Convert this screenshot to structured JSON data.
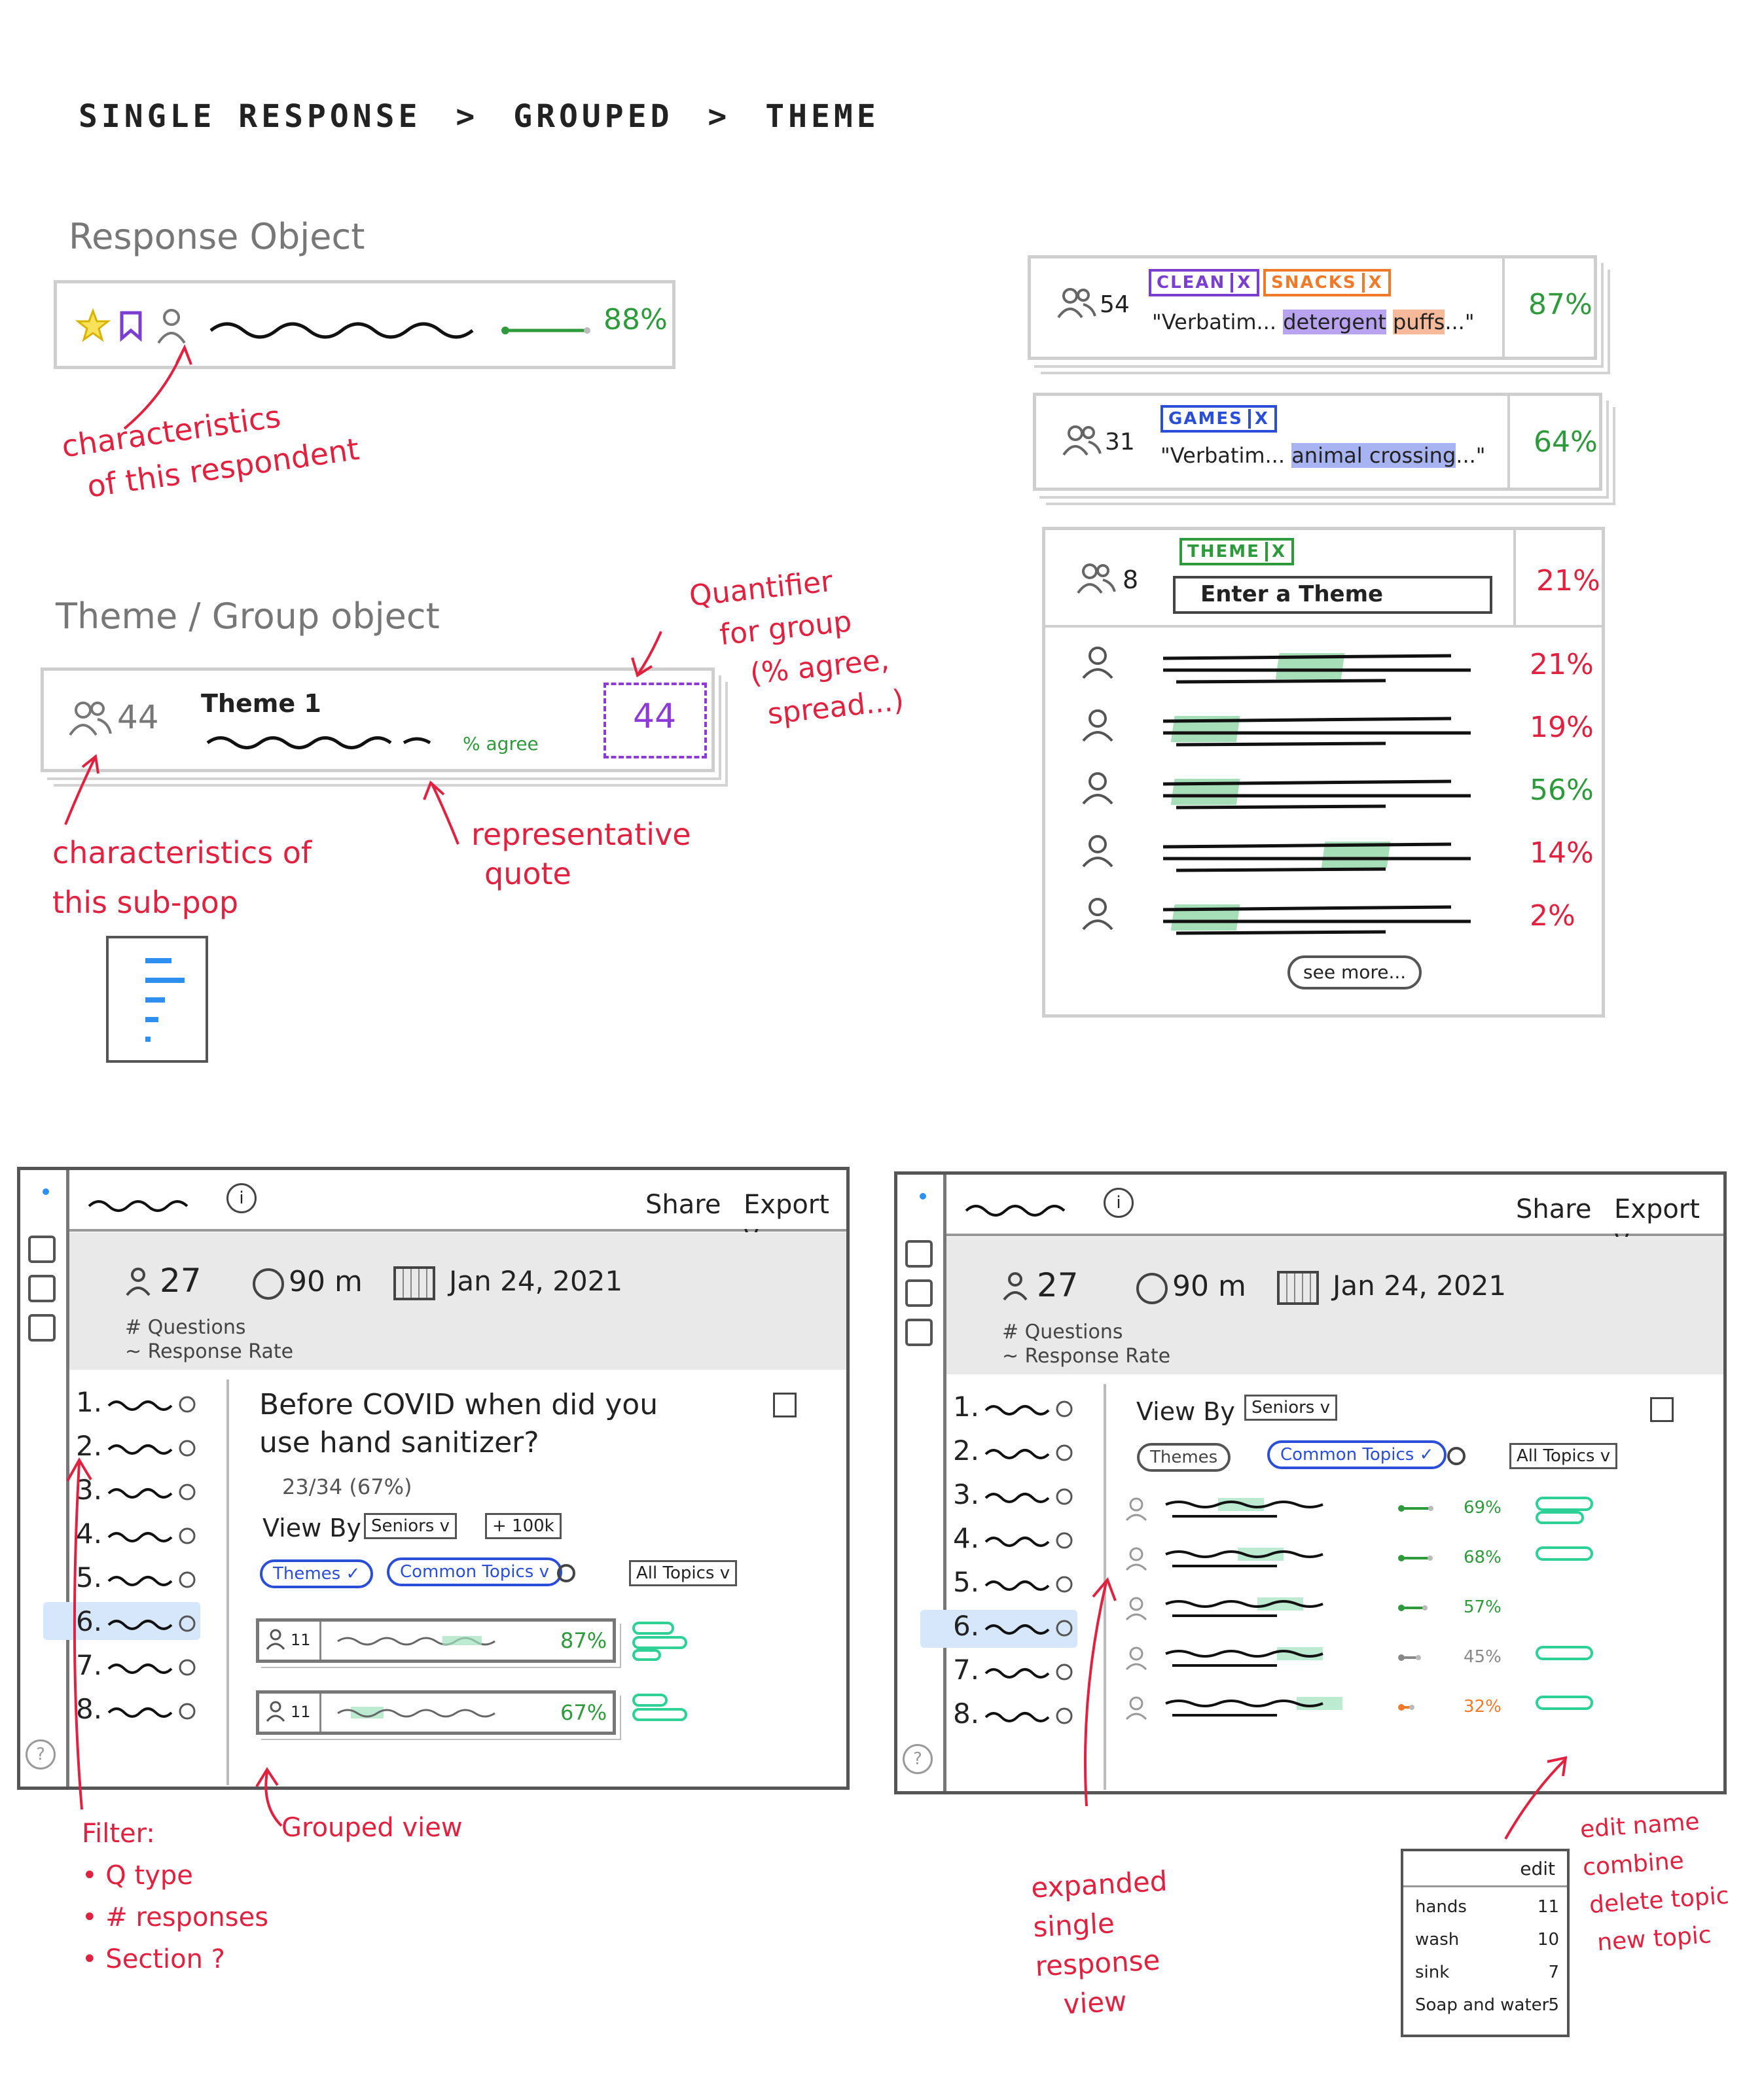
{
  "breadcrumb": [
    "SINGLE RESPONSE",
    ">",
    "GROUPED",
    ">",
    "THEME"
  ],
  "response_object": {
    "title": "Response Object",
    "percent": "88%",
    "annotation": [
      "characteristics",
      "of this respondent"
    ]
  },
  "theme_object": {
    "title": "Theme / Group object",
    "count": "44",
    "theme_label": "Theme 1",
    "agree_label": "% agree",
    "quantifier_value": "44",
    "annotation_quantifier": [
      "Quantifier",
      "for group",
      "(% agree,",
      "spread...)"
    ],
    "annotation_subpop": [
      "characteristics of",
      "this sub-pop"
    ],
    "annotation_quote": [
      "representative",
      "quote"
    ]
  },
  "groups": [
    {
      "count": "54",
      "tags": [
        {
          "label": "CLEAN",
          "x": "X"
        },
        {
          "label": "SNACKS",
          "x": "X"
        }
      ],
      "quote_start": "\"Verbatim...",
      "hl1": "detergent",
      "hl2": "puffs",
      "quote_end": "...\"",
      "percent": "87%"
    },
    {
      "count": "31",
      "tags": [
        {
          "label": "GAMES",
          "x": "X"
        }
      ],
      "quote_start": "\"Verbatim...",
      "hl1": "animal crossing",
      "quote_end": "...\"",
      "percent": "64%"
    },
    {
      "count": "8",
      "tags": [
        {
          "label": "THEME",
          "x": "X"
        }
      ],
      "input_placeholder": "Enter a Theme",
      "percent": "21%"
    }
  ],
  "expanded_rows": [
    "21%",
    "19%",
    "56%",
    "14%",
    "2%"
  ],
  "see_more": "see more...",
  "screen_left": {
    "share": "Share",
    "export": "Export v",
    "respondents": "27",
    "duration": "90 m",
    "date": "Jan 24, 2021",
    "questions_label": "# Questions",
    "rate_label": "~ Response Rate",
    "questions": [
      "1.",
      "2.",
      "3.",
      "4.",
      "5.",
      "6.",
      "7.",
      "8."
    ],
    "question_text": [
      "Before COVID when did you",
      "use hand sanitizer?"
    ],
    "responses": "23/34 (67%)",
    "view_by": "View By",
    "seniors": "Seniors v",
    "plus100k": "+ 100k",
    "themes": "Themes ✓",
    "common_topics": "Common Topics v",
    "all_topics": "All Topics v",
    "rows": [
      {
        "count": "11",
        "pct": "87%"
      },
      {
        "count": "11",
        "pct": "67%"
      }
    ],
    "filter_annotation": [
      "Filter:",
      "• Q type",
      "• # responses",
      "• Section ?"
    ],
    "grouped_annotation": "Grouped view"
  },
  "screen_right": {
    "share": "Share",
    "export": "Export v",
    "respondents": "27",
    "duration": "90 m",
    "date": "Jan 24, 2021",
    "questions_label": "# Questions",
    "rate_label": "~ Response Rate",
    "questions": [
      "1.",
      "2.",
      "3.",
      "4.",
      "5.",
      "6.",
      "7.",
      "8."
    ],
    "view_by": "View By",
    "seniors": "Seniors v",
    "themes": "Themes",
    "common_topics": "Common Topics ✓",
    "all_topics": "All Topics v",
    "row_pcts": [
      "69%",
      "68%",
      "57%",
      "45%",
      "32%"
    ],
    "expanded_annotation": [
      "expanded",
      "single",
      "response",
      "view"
    ],
    "edit_actions": [
      "edit name",
      "combine",
      "delete topic",
      "new topic"
    ],
    "topic_table": {
      "edit": "edit",
      "rows": [
        {
          "name": "hands",
          "n": "11"
        },
        {
          "name": "wash",
          "n": "10"
        },
        {
          "name": "sink",
          "n": "7"
        },
        {
          "name": "Soap and water",
          "n": "5"
        }
      ]
    }
  }
}
